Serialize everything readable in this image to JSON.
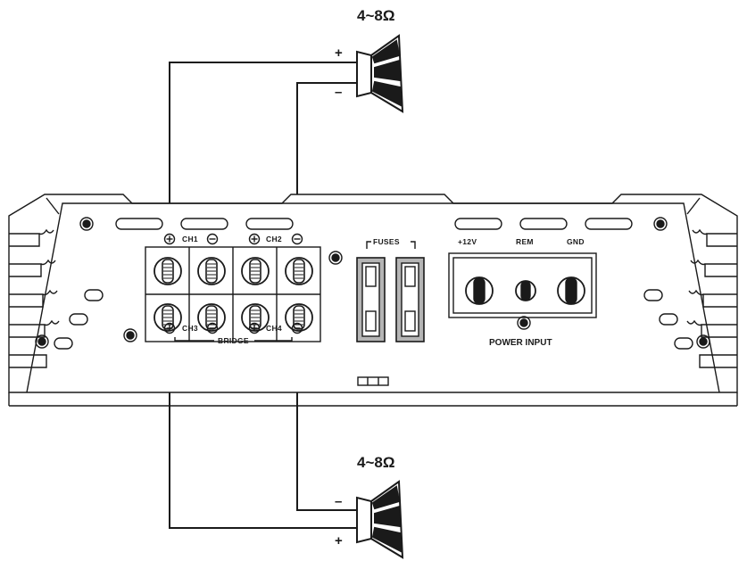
{
  "speaker_top": {
    "impedance": "4~8Ω",
    "plus": "+",
    "minus": "–"
  },
  "speaker_bottom": {
    "impedance": "4~8Ω",
    "plus": "+",
    "minus": "–"
  },
  "terminals": {
    "ch1": "CH1",
    "ch2": "CH2",
    "ch3": "CH3",
    "ch4": "CH4",
    "bridge": "BRIDGE"
  },
  "fuses": {
    "label": "FUSES"
  },
  "power": {
    "plus12v": "+12V",
    "rem": "REM",
    "gnd": "GND",
    "label": "POWER INPUT"
  },
  "icons": [
    "plus-terminal-icon",
    "minus-terminal-icon",
    "speaker-icon",
    "fuse-icon",
    "screw-icon"
  ],
  "colors": {
    "line": "#1a1a1a",
    "fuse_fill": "#b5b5b5",
    "background": "#ffffff"
  }
}
